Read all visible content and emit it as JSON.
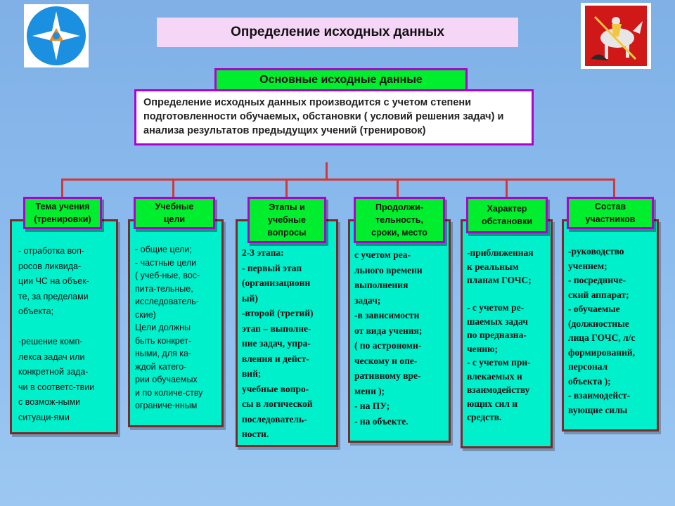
{
  "header": {
    "title": "Определение исходных данных"
  },
  "main": {
    "box_title": "Основные исходные данные",
    "description": "Определение исходных данных производится с учетом степени подготовленности обучаемых, обстановки ( условий решения задач) и анализа результатов предыдущих учений (тренировок)"
  },
  "columns": [
    {
      "header": "Тема учения\n(тренировки)",
      "text": "- отработка воп-\nросов ликвида-\nции ЧС на объек-\nте, за пределами\nобъекта;\n\n-решение комп-\nлекса задач или\nконкретной зада-\nчи в соответс-твии\nс возмож-ными\nситуаци-ями"
    },
    {
      "header": "Учебные\nцели",
      "text": "- общие цели;\n- частные цели\n( учеб-ные, вос-\nпита-тельные,\nисследователь-\nские)\n Цели должны\nбыть конкрет-\nными, для ка-\nждой катего-\nрии обучаемых\nи по количе-ству\nограниче-нным"
    },
    {
      "header": "Этапы и\nучебные\nвопросы",
      "text": "2-3 этапа:\n- первый этап\n(организационн\nый)\n-второй (третий)\nэтап – выполне-\nние задач, упра-\nвления и дейст-\nвий;\nучебные вопро-\nсы в логической\nпоследователь-\nности."
    },
    {
      "header": "Продолжи-\nтельность,\nсроки, место",
      "text": "с учетом реа-\nльного времени\nвыполнения\nзадач;\n-в зависимости\nот вида учения;\n ( по астрономи-\nческому и опе-\nративному вре-\nмени );\n- на ПУ;\n- на объекте."
    },
    {
      "header": "Характер\nобстановки",
      "text": "-приближенная\nк реальным\nпланам ГОЧС;\n\n- с учетом ре-\nшаемых задач\nпо предназна-\nчению;\n- с учетом при-\nвлекаемых и\nвзаимодейству\nющих сил и\nсредств."
    },
    {
      "header": "Состав\nучастников",
      "text": "-руководство\nучением;\n- посредниче-\nский аппарат;\n- обучаемые\n(должностные\nлица ГОЧС, л/с\nформирований,\nперсонал\nобъекта );\n- взаимодейст-\nвующие силы"
    }
  ]
}
